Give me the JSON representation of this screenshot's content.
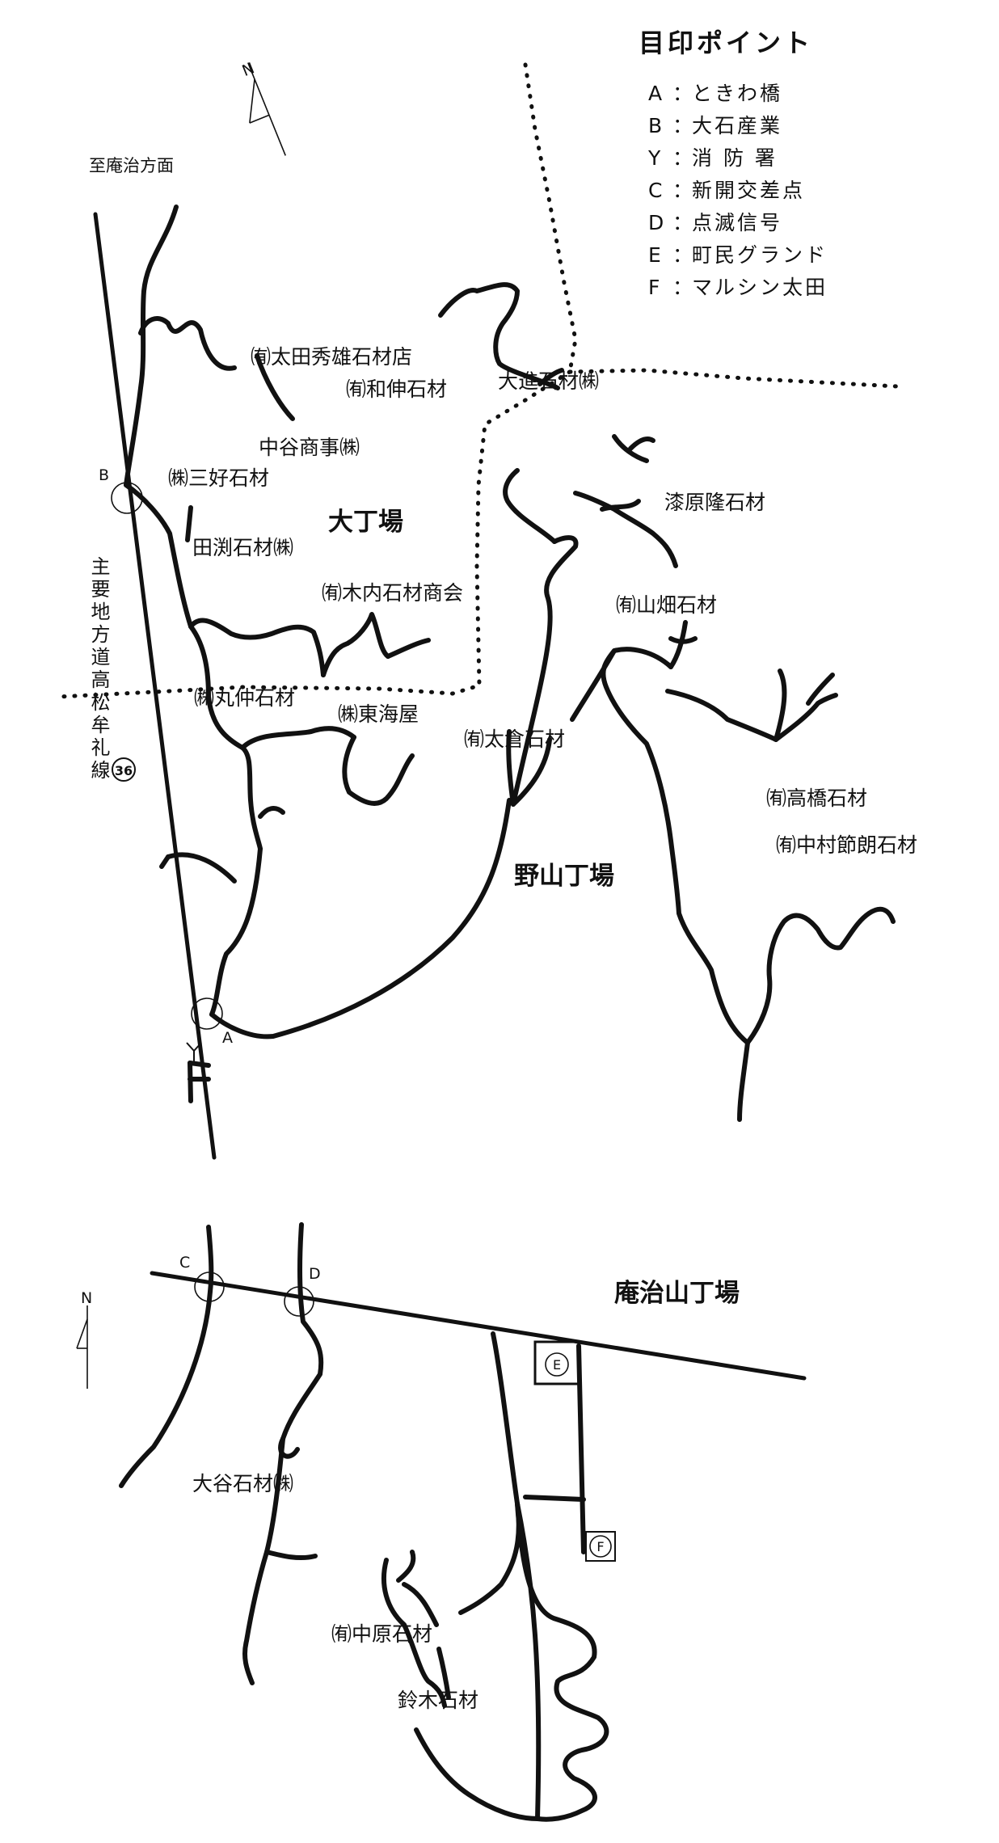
{
  "legend": {
    "title": "目印ポイント",
    "items": [
      {
        "key": "A",
        "label": "ときわ橋"
      },
      {
        "key": "B",
        "label": "大石産業"
      },
      {
        "key": "Y",
        "label": "消 防 署"
      },
      {
        "key": "C",
        "label": "新開交差点"
      },
      {
        "key": "D",
        "label": "点滅信号"
      },
      {
        "key": "E",
        "label": "町民グランド"
      },
      {
        "key": "F",
        "label": "マルシン太田"
      }
    ],
    "separator": "："
  },
  "compass": {
    "north": "N"
  },
  "upper_map": {
    "direction_label": "至庵治方面",
    "route_label": "主要地方道高松牟礼線",
    "route_number": "36",
    "areas": {
      "ochoba": "大丁場",
      "noyama": "野山丁場"
    },
    "points": {
      "a": "A",
      "b": "B"
    },
    "businesses": {
      "ota_hideo": "㈲太田秀雄石材店",
      "washin": "㈲和伸石材",
      "taishin": "大進石材㈱",
      "nakatani": "中谷商事㈱",
      "sanyoshi": "㈱三好石材",
      "shitsubara": "漆原隆石材",
      "tabuchi": "田渕石材㈱",
      "kiuchi": "㈲木内石材商会",
      "yamahata": "㈲山畑石材",
      "marunaka": "㈱丸仲石材",
      "tokaiya": "㈱東海屋",
      "okura": "㈲太倉石材",
      "takahashi": "㈲高橋石材",
      "nakamura": "㈲中村節朗石材"
    }
  },
  "lower_map": {
    "area": "庵治山丁場",
    "points": {
      "c": "C",
      "d": "D",
      "e": "E",
      "f": "F"
    },
    "businesses": {
      "otani": "大谷石材㈱",
      "nakahara": "㈲中原石材",
      "suzuki": "鈴木石材"
    }
  }
}
